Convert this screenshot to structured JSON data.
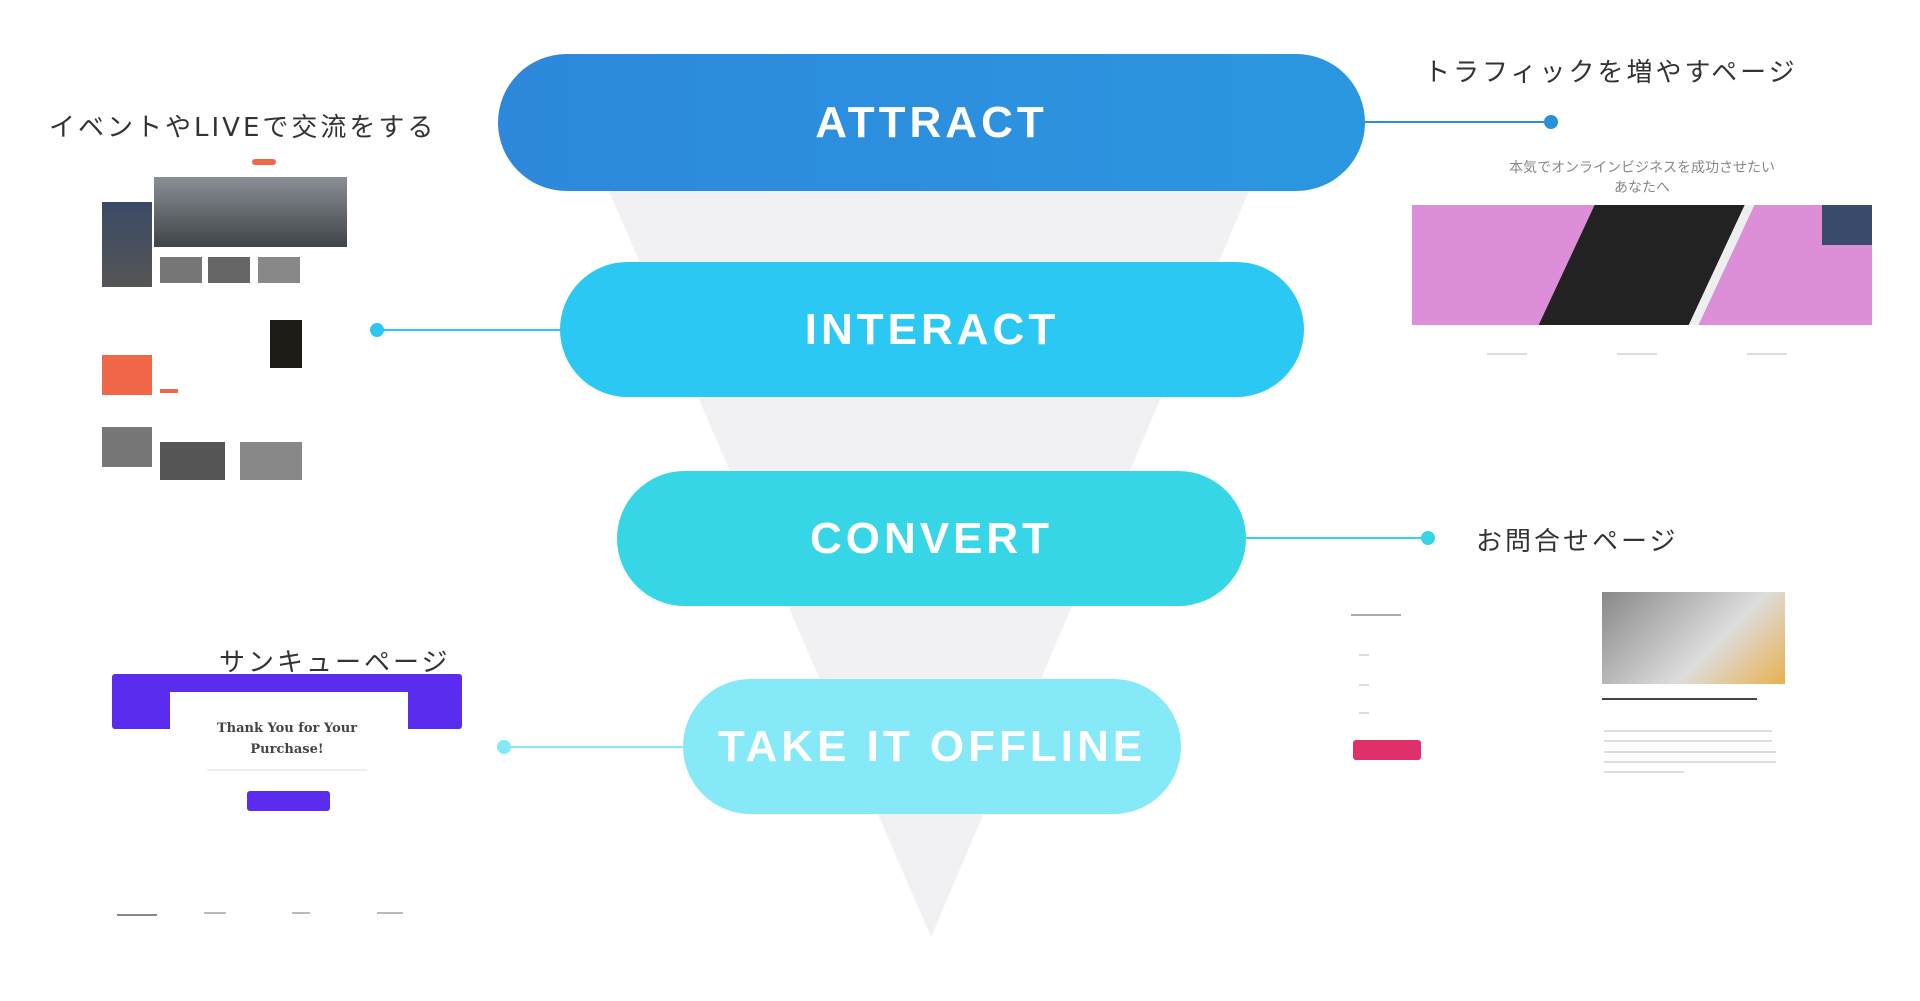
{
  "stages": [
    {
      "label": "ATTRACT",
      "color": "#2a90dc",
      "side_label": "トラフィックを増やすページ"
    },
    {
      "label": "INTERACT",
      "color": "#2cc6f2",
      "side_label": "イベントやLIVEで交流をする"
    },
    {
      "label": "CONVERT",
      "color": "#34d6e4",
      "side_label": "お問合せページ"
    },
    {
      "label": "TAKE IT OFFLINE",
      "color": "#84e8f6",
      "side_label": "サンキューページ"
    }
  ],
  "thumbnails": {
    "traffic_page": {
      "heading": "本気でオンラインビジネスを成功させたいあなたへ"
    },
    "thank_you_page": {
      "heading": "Thank You for Your Purchase!"
    }
  },
  "colors": {
    "funnel": "#f2f2f4",
    "accent_purple": "#5a2cf0",
    "accent_pink": "#e0306a",
    "accent_orange": "#f06848",
    "banner_pink": "#dc8ed8"
  }
}
